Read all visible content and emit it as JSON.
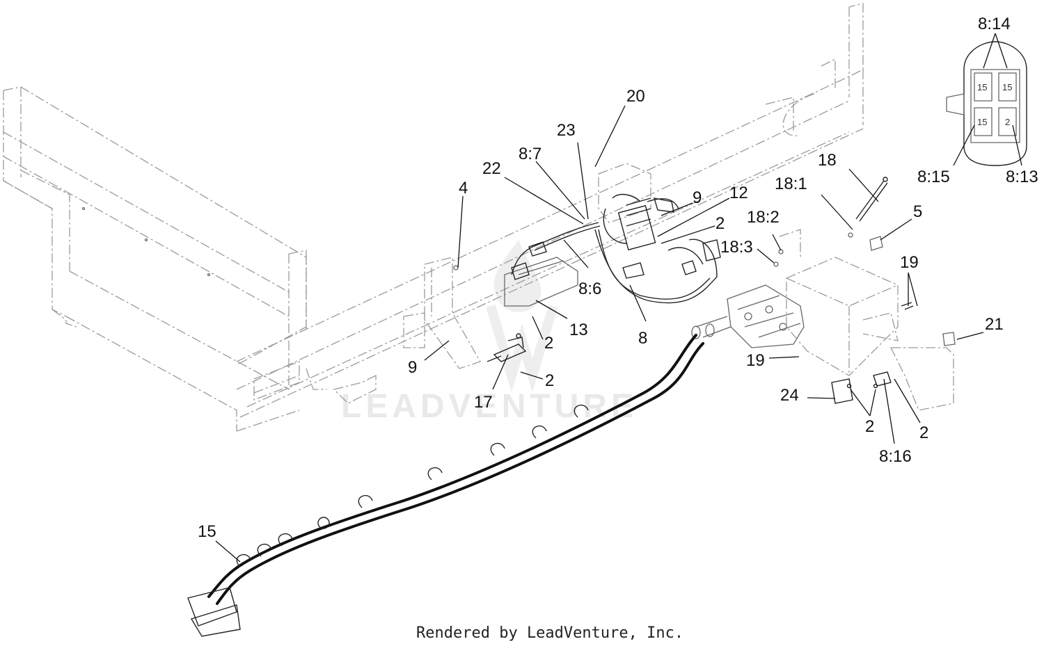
{
  "callouts": [
    {
      "id": "c20",
      "label": "20"
    },
    {
      "id": "c23",
      "label": "23"
    },
    {
      "id": "c8-7",
      "label": "8:7"
    },
    {
      "id": "c22",
      "label": "22"
    },
    {
      "id": "c4",
      "label": "4"
    },
    {
      "id": "c9a",
      "label": "9"
    },
    {
      "id": "c12",
      "label": "12"
    },
    {
      "id": "c2a",
      "label": "2"
    },
    {
      "id": "c18-1",
      "label": "18:1"
    },
    {
      "id": "c18",
      "label": "18"
    },
    {
      "id": "c18-2",
      "label": "18:2"
    },
    {
      "id": "c18-3",
      "label": "18:3"
    },
    {
      "id": "c5",
      "label": "5"
    },
    {
      "id": "c8-6",
      "label": "8:6"
    },
    {
      "id": "c13",
      "label": "13"
    },
    {
      "id": "c8",
      "label": "8"
    },
    {
      "id": "c19a",
      "label": "19"
    },
    {
      "id": "c21",
      "label": "21"
    },
    {
      "id": "c2b",
      "label": "2"
    },
    {
      "id": "c9b",
      "label": "9"
    },
    {
      "id": "c19b",
      "label": "19"
    },
    {
      "id": "c2c",
      "label": "2"
    },
    {
      "id": "c17",
      "label": "17"
    },
    {
      "id": "c24",
      "label": "24"
    },
    {
      "id": "c2d",
      "label": "2"
    },
    {
      "id": "c2e",
      "label": "2"
    },
    {
      "id": "c8-16",
      "label": "8:16"
    },
    {
      "id": "c15",
      "label": "15"
    },
    {
      "id": "c8-14",
      "label": "8:14"
    },
    {
      "id": "c8-15",
      "label": "8:15"
    },
    {
      "id": "c8-13",
      "label": "8:13"
    }
  ],
  "connector_pins": [
    "15",
    "15",
    "15",
    "2"
  ],
  "watermark": "LEADVENTURE",
  "footer": "Rendered by LeadVenture, Inc."
}
